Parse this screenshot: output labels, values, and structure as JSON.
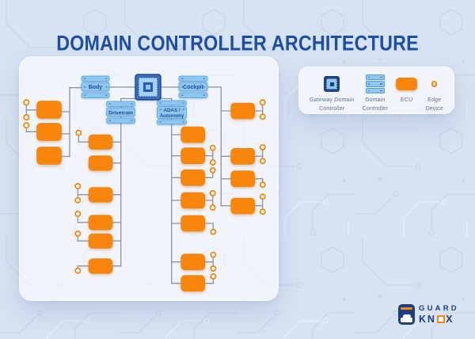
{
  "title": "DOMAIN CONTROLLER ARCHITECTURE",
  "diagram": {
    "domains": [
      {
        "label": "Body",
        "ecu_count": 3,
        "edge_devices_per_ecu": [
          2,
          1,
          0
        ]
      },
      {
        "label": "Drivetrain",
        "ecu_count": 6,
        "edge_devices_per_ecu": [
          1,
          0,
          2,
          1,
          1,
          1
        ]
      },
      {
        "label": "ADAS / Autonomy",
        "label_line1": "ADAS /",
        "label_line2": "Autonomy",
        "ecu_count": 7,
        "edge_devices_per_ecu": [
          0,
          2,
          1,
          2,
          1,
          2,
          1
        ]
      },
      {
        "label": "Cockpit",
        "ecu_count": 4,
        "edge_devices_per_ecu": [
          2,
          2,
          1,
          2
        ]
      }
    ]
  },
  "legend": {
    "items": [
      {
        "icon": "gateway-domain-controller-icon",
        "lines": [
          "Gateway Domain",
          "Controller"
        ]
      },
      {
        "icon": "domain-controller-icon",
        "lines": [
          "Domain",
          "Controller"
        ]
      },
      {
        "icon": "ecu-icon",
        "lines": [
          "ECU"
        ]
      },
      {
        "icon": "edge-device-icon",
        "lines": [
          "Edge",
          "Device"
        ]
      }
    ]
  },
  "logo": {
    "line1": "GUARD",
    "line2": "KNOX",
    "line2_pre": "KN",
    "line2_post": "X"
  },
  "colors": {
    "orange": "#F8860D",
    "navy": "#1E4DA3",
    "light_blue": "#8EC7F0",
    "line_gray": "#8D949E",
    "background": "#D7E3F3"
  }
}
